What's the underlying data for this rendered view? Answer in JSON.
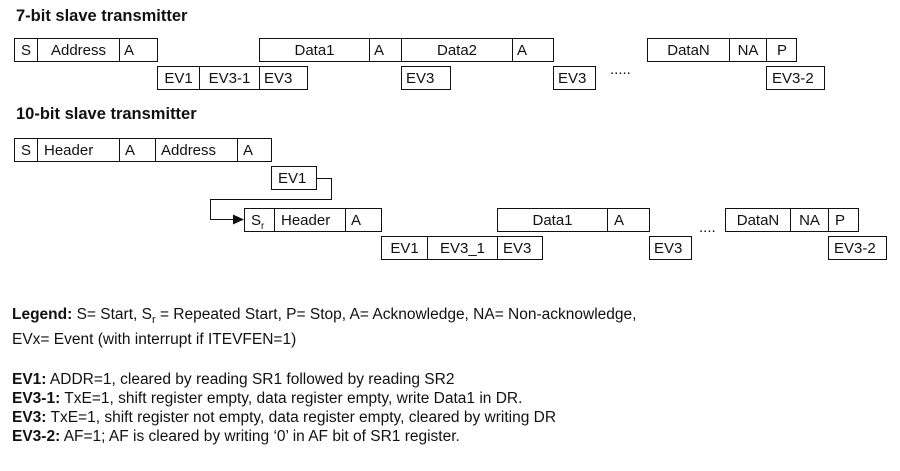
{
  "title7": "7-bit slave transmitter",
  "title10": "10-bit slave transmitter",
  "seq7": {
    "top": [
      "S",
      "Address",
      "A",
      "Data1",
      "A",
      "Data2",
      "A",
      "DataN",
      "NA",
      "P"
    ],
    "events": [
      "EV1",
      "EV3-1",
      "EV3",
      "EV3",
      "EV3",
      "EV3-2"
    ],
    "dots": "....."
  },
  "seq10": {
    "row1": [
      "S",
      "Header",
      "A",
      "Address",
      "A"
    ],
    "ev1": "EV1",
    "row3": [
      "S",
      "r",
      "Header",
      "A",
      "Data1",
      "A",
      "DataN",
      "NA",
      "P"
    ],
    "events": [
      "EV1",
      "EV3_1",
      "EV3",
      "EV3",
      "EV3-2"
    ],
    "dots": "...."
  },
  "legend": {
    "label": "Legend:",
    "text1": " S= Start, S",
    "sub": "r",
    "text2": " = Repeated Start, P= Stop, A= Acknowledge, NA= Non-acknowledge,",
    "line2": "EVx= Event (with interrupt if ITEVFEN=1)"
  },
  "events": [
    {
      "label": "EV1:",
      "desc": " ADDR=1, cleared by reading SR1 followed by reading SR2"
    },
    {
      "label": "EV3-1:",
      "desc": " TxE=1, shift register empty, data register empty, write Data1 in DR."
    },
    {
      "label": "EV3:",
      "desc": " TxE=1, shift register not empty, data register empty, cleared by writing DR"
    },
    {
      "label": "EV3-2:",
      "desc": " AF=1; AF is cleared by writing ‘0’ in AF bit of SR1 register."
    }
  ]
}
